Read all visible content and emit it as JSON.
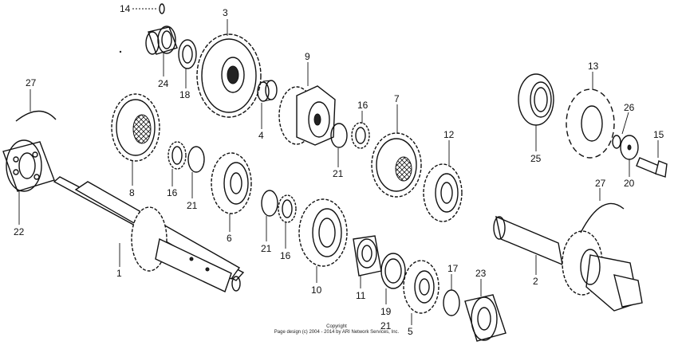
{
  "diagram": {
    "callouts": [
      "14",
      "3",
      "9",
      "24",
      "18",
      "4",
      "13",
      "27",
      "16",
      "7",
      "26",
      "12",
      "15",
      "8",
      "21",
      "25",
      "20",
      "16",
      "27",
      "21",
      "22",
      "6",
      "21",
      "16",
      "1",
      "2",
      "10",
      "11",
      "17",
      "23",
      "19",
      "21",
      "5"
    ],
    "copyright_line1": "Copyright",
    "copyright_line2": "Page design (c) 2004 - 2014 by ARI Network Services, Inc."
  }
}
